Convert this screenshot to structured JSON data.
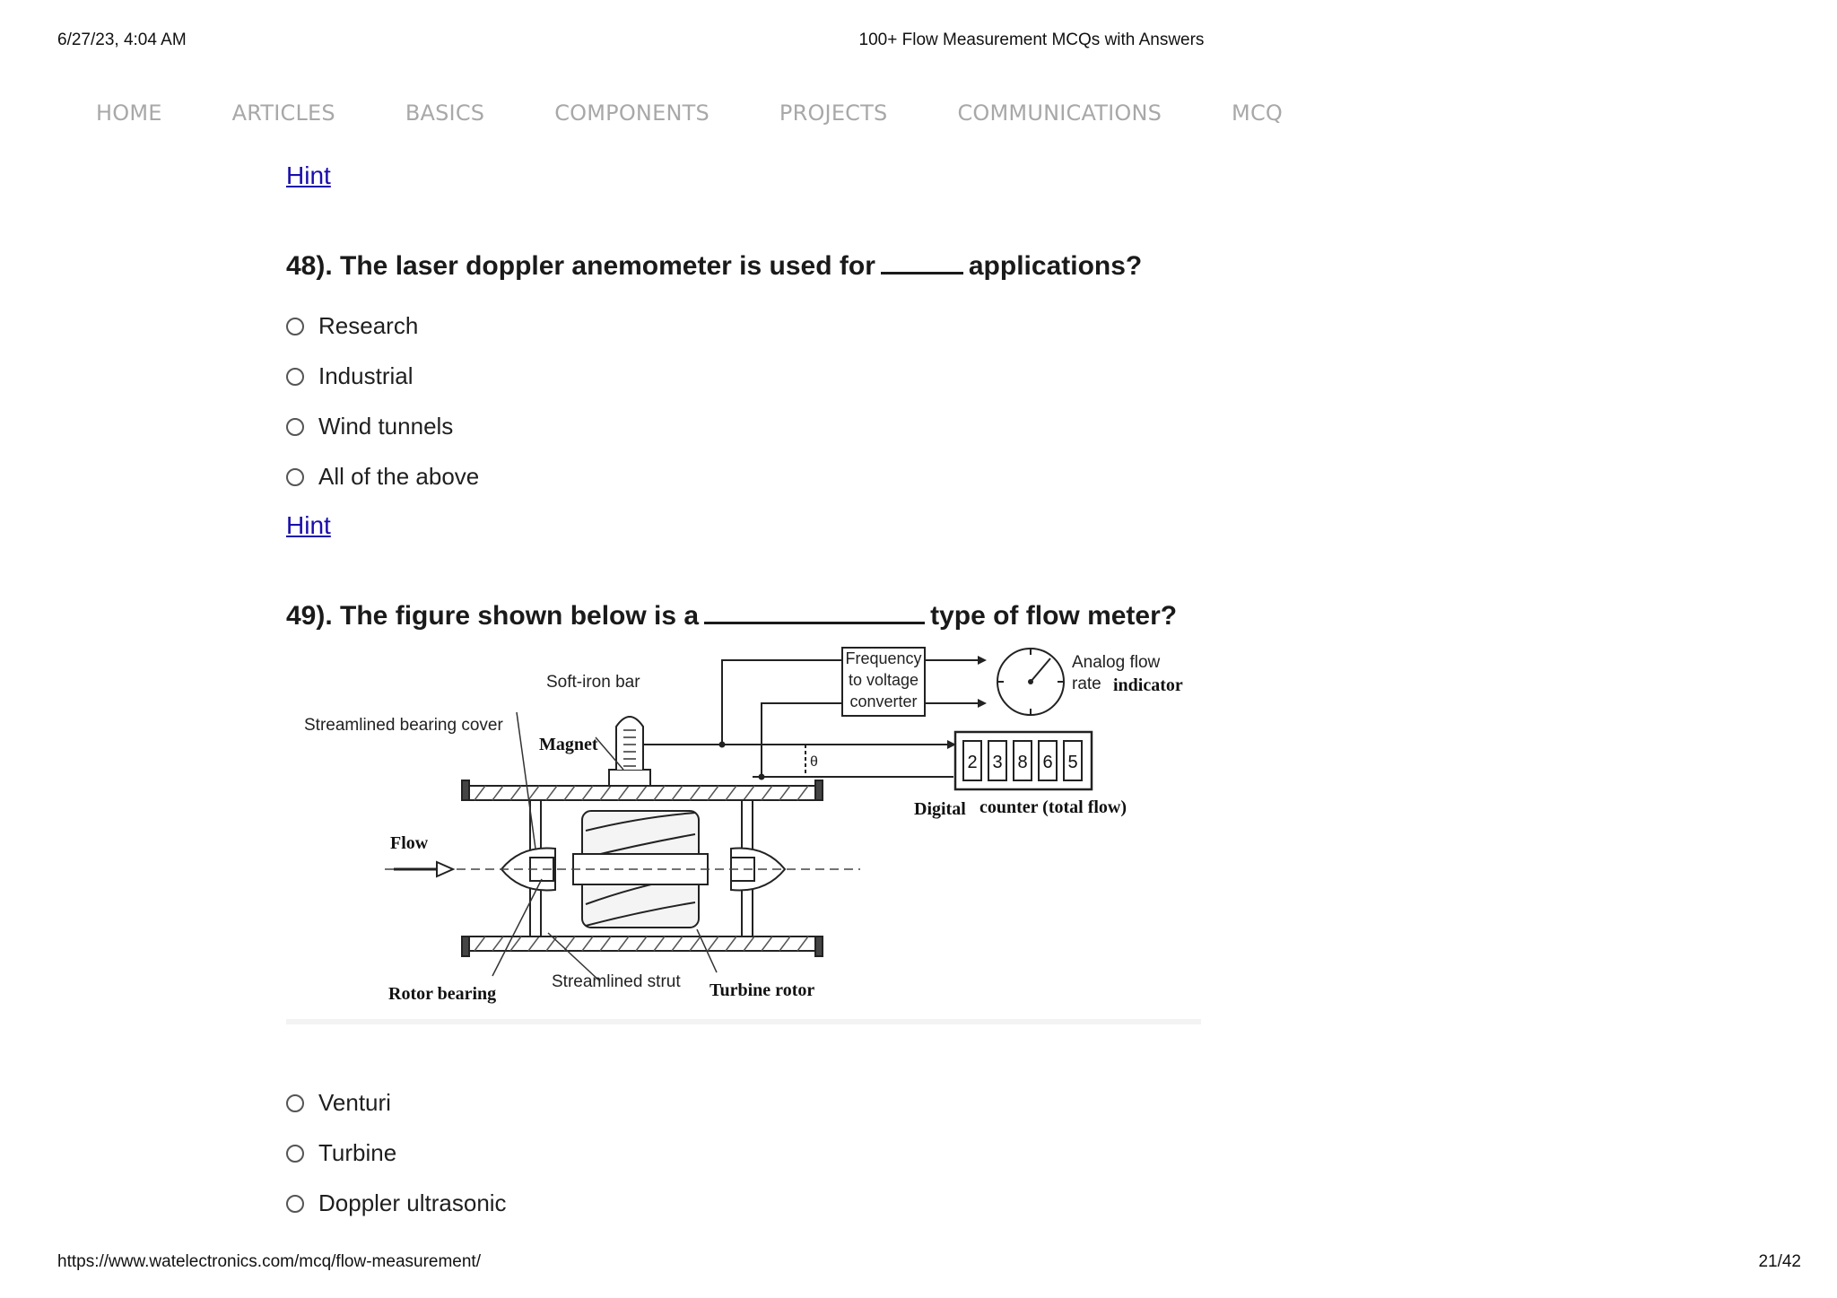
{
  "print_header": {
    "datetime": "6/27/23, 4:04 AM",
    "title": "100+ Flow Measurement MCQs with Answers"
  },
  "nav": [
    "HOME",
    "ARTICLES",
    "BASICS",
    "COMPONENTS",
    "PROJECTS",
    "COMMUNICATIONS",
    "MCQ"
  ],
  "prev_hint": "Hint",
  "q48": {
    "before": "48). The laser doppler anemometer is used for",
    "after": "applications?",
    "options": [
      "Research",
      "Industrial",
      "Wind tunnels",
      "All of the above"
    ],
    "hint": "Hint"
  },
  "q49": {
    "before": "49). The figure shown below is a",
    "after": "type of flow meter?",
    "figure_labels": {
      "soft_iron_bar": "Soft-iron bar",
      "bearing_cover": "Streamlined bearing cover",
      "magnet": "Magnet",
      "flow": "Flow",
      "rotor_bearing": "Rotor bearing",
      "strut": "Streamlined strut",
      "turbine_rotor": "Turbine rotor",
      "converter_1": "Frequency",
      "converter_2": "to voltage",
      "converter_3": "converter",
      "analog_1": "Analog flow",
      "analog_2": "rate",
      "analog_3": "indicator",
      "digital_1": "Digital",
      "digital_2": "counter (total flow)",
      "theta": "θ",
      "digits": [
        "2",
        "3",
        "8",
        "6",
        "5"
      ]
    },
    "options": [
      "Venturi",
      "Turbine",
      "Doppler ultrasonic"
    ]
  },
  "print_footer": {
    "url": "https://www.watelectronics.com/mcq/flow-measurement/",
    "page": "21/42"
  }
}
